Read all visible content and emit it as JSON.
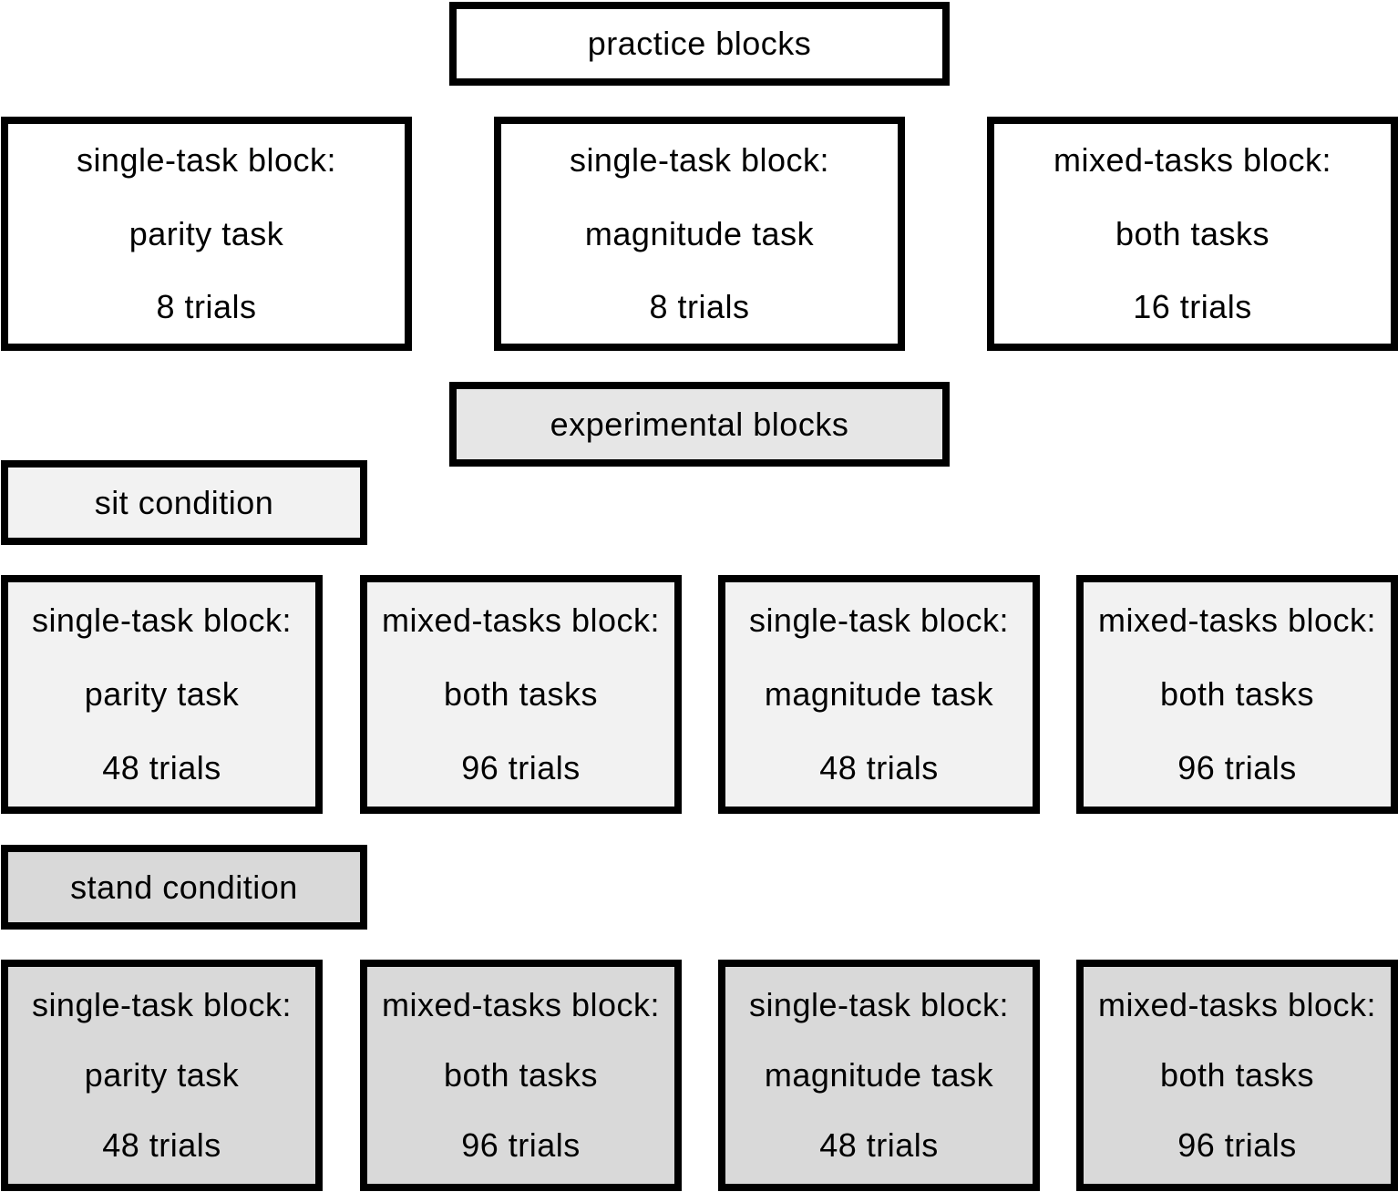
{
  "practice": {
    "title": "practice blocks",
    "fill": "#ffffff",
    "blocks": [
      {
        "type": "single-task block:",
        "task": "parity task",
        "trials": "8 trials"
      },
      {
        "type": "single-task block:",
        "task": "magnitude task",
        "trials": "8 trials"
      },
      {
        "type": "mixed-tasks block:",
        "task": "both tasks",
        "trials": "16 trials"
      }
    ]
  },
  "experimental": {
    "title": "experimental blocks",
    "fill": "#e6e6e6"
  },
  "sit": {
    "title": "sit condition",
    "fill": "#f2f2f2",
    "blocks": [
      {
        "type": "single-task block:",
        "task": "parity task",
        "trials": "48 trials"
      },
      {
        "type": "mixed-tasks block:",
        "task": "both tasks",
        "trials": "96 trials"
      },
      {
        "type": "single-task block:",
        "task": "magnitude task",
        "trials": "48 trials"
      },
      {
        "type": "mixed-tasks block:",
        "task": "both tasks",
        "trials": "96 trials"
      }
    ]
  },
  "stand": {
    "title": "stand condition",
    "fill": "#d9d9d9",
    "blocks": [
      {
        "type": "single-task block:",
        "task": "parity task",
        "trials": "48 trials"
      },
      {
        "type": "mixed-tasks block:",
        "task": "both tasks",
        "trials": "96 trials"
      },
      {
        "type": "single-task block:",
        "task": "magnitude task",
        "trials": "48 trials"
      },
      {
        "type": "mixed-tasks block:",
        "task": "both tasks",
        "trials": "96 trials"
      }
    ]
  }
}
